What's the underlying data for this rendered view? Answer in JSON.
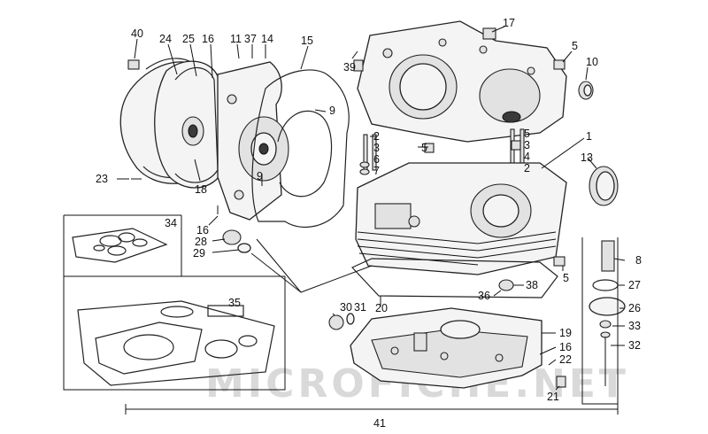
{
  "watermark": "MICROFICHE.NET",
  "callouts": [
    {
      "id": "c40a",
      "label": "40"
    },
    {
      "id": "c24",
      "label": "24"
    },
    {
      "id": "c25",
      "label": "25"
    },
    {
      "id": "c16a",
      "label": "16"
    },
    {
      "id": "c11",
      "label": "11"
    },
    {
      "id": "c37",
      "label": "37"
    },
    {
      "id": "c14",
      "label": "14"
    },
    {
      "id": "c15",
      "label": "15"
    },
    {
      "id": "c39",
      "label": "39"
    },
    {
      "id": "c17",
      "label": "17"
    },
    {
      "id": "c5a",
      "label": "5"
    },
    {
      "id": "c10",
      "label": "10"
    },
    {
      "id": "c9a",
      "label": "9"
    },
    {
      "id": "c2a",
      "label": "2"
    },
    {
      "id": "c3a",
      "label": "3"
    },
    {
      "id": "c6",
      "label": "6"
    },
    {
      "id": "c7",
      "label": "7"
    },
    {
      "id": "c5b",
      "label": "5"
    },
    {
      "id": "c1",
      "label": "1"
    },
    {
      "id": "c5c",
      "label": "5"
    },
    {
      "id": "c3b",
      "label": "3"
    },
    {
      "id": "c4",
      "label": "4"
    },
    {
      "id": "c2b",
      "label": "2"
    },
    {
      "id": "c13",
      "label": "13"
    },
    {
      "id": "c23",
      "label": "23"
    },
    {
      "id": "c18",
      "label": "18"
    },
    {
      "id": "c9b",
      "label": "9"
    },
    {
      "id": "c34",
      "label": "34"
    },
    {
      "id": "c16b",
      "label": "16"
    },
    {
      "id": "c28",
      "label": "28"
    },
    {
      "id": "c29",
      "label": "29"
    },
    {
      "id": "c8",
      "label": "8"
    },
    {
      "id": "c5d",
      "label": "5"
    },
    {
      "id": "c27",
      "label": "27"
    },
    {
      "id": "c38",
      "label": "38"
    },
    {
      "id": "c36",
      "label": "36"
    },
    {
      "id": "c35",
      "label": "35"
    },
    {
      "id": "c30",
      "label": "30"
    },
    {
      "id": "c31",
      "label": "31"
    },
    {
      "id": "c20",
      "label": "20"
    },
    {
      "id": "c26",
      "label": "26"
    },
    {
      "id": "c33",
      "label": "33"
    },
    {
      "id": "c19",
      "label": "19"
    },
    {
      "id": "c16c",
      "label": "16"
    },
    {
      "id": "c32",
      "label": "32"
    },
    {
      "id": "c22",
      "label": "22"
    },
    {
      "id": "c21",
      "label": "21"
    },
    {
      "id": "c41",
      "label": "41"
    }
  ]
}
